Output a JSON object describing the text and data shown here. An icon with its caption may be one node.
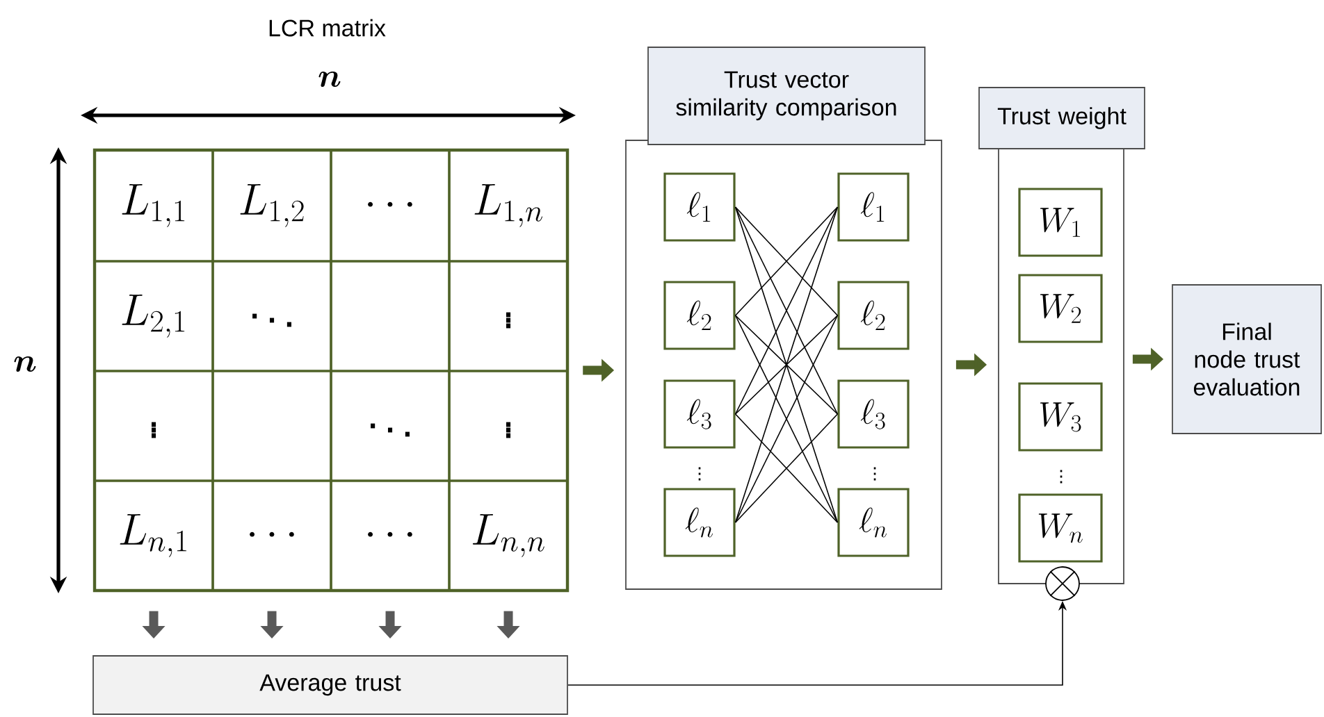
{
  "diagram": {
    "nodes": [
      {
        "text": [],
        "shape": "box"
      },
      {
        "text": [
          "L_{1,1}"
        ],
        "in": 0
      },
      {
        "text": [
          "L_{1,2}"
        ],
        "in": 0
      },
      {
        "text": [
          "\\cdots"
        ],
        "in": 0
      },
      {
        "text": [
          "L_{1,n}"
        ],
        "in": 0
      },
      {
        "text": [
          "L_{2,1}"
        ],
        "in": 0
      },
      {
        "text": [
          "\\ddots"
        ],
        "in": 0
      },
      {
        "text": [],
        "shape": "box",
        "in": 0
      },
      {
        "text": [
          "\\vdots"
        ],
        "in": 0
      },
      {
        "text": [
          "\\vdots"
        ],
        "in": 0
      },
      {
        "text": [],
        "shape": "box",
        "in": 0
      },
      {
        "text": [
          "\\ddots"
        ],
        "in": 0
      },
      {
        "text": [
          "\\vdots"
        ],
        "in": 0
      },
      {
        "text": [
          "L_{n,1}"
        ],
        "in": 0
      },
      {
        "text": [
          "\\cdots"
        ],
        "in": 0
      },
      {
        "text": [
          "\\cdots"
        ],
        "in": 0
      },
      {
        "text": [
          "L_{n,n}"
        ],
        "in": 0
      },
      {
        "text": [
          "Average trust"
        ]
      },
      {
        "text": [
          "Trust vector similarity comparison"
        ]
      },
      {
        "text": [
          "\\ell_1"
        ],
        "in": 18
      },
      {
        "text": [
          "\\ell_2"
        ],
        "in": 18
      },
      {
        "text": [
          "\\ell_3"
        ],
        "in": 18
      },
      {
        "text": [
          "\\ell_n"
        ],
        "in": 18
      },
      {
        "text": [
          "\\ell_1"
        ],
        "in": 18
      },
      {
        "text": [
          "\\ell_2"
        ],
        "in": 18
      },
      {
        "text": [
          "\\ell_3"
        ],
        "in": 18
      },
      {
        "text": [
          "\\ell_n"
        ],
        "in": 18
      },
      {
        "text": [
          "Trust weight"
        ]
      },
      {
        "text": [
          "W_1"
        ],
        "in": 27
      },
      {
        "text": [
          "W_2"
        ],
        "in": 27
      },
      {
        "text": [
          "W_3"
        ],
        "in": 27
      },
      {
        "text": [
          "W_n"
        ],
        "in": 27
      },
      {
        "text": [],
        "shape": "circle"
      },
      {
        "text": [
          "Final node trust evaluation"
        ]
      }
    ],
    "edges": [
      {
        "from": 0,
        "to": 18,
        "arrow": "to",
        "style": "thick",
        "color": "#4f6228"
      },
      {
        "from": 18,
        "to": 27,
        "arrow": "to",
        "style": "thick",
        "color": "#4f6228"
      },
      {
        "from": 27,
        "to": 33,
        "arrow": "to",
        "style": "thick",
        "color": "#4f6228"
      },
      {
        "from": 13,
        "to": 17,
        "arrow": "to",
        "style": "thick",
        "color": "#595959"
      },
      {
        "from": 14,
        "to": 17,
        "arrow": "to",
        "style": "thick",
        "color": "#595959"
      },
      {
        "from": 15,
        "to": 17,
        "arrow": "to",
        "style": "thick",
        "color": "#595959"
      },
      {
        "from": 16,
        "to": 17,
        "arrow": "to",
        "style": "thick",
        "color": "#595959"
      },
      {
        "from": 17,
        "to": 32,
        "arrow": "to"
      },
      {
        "from": 19,
        "to": 24,
        "arrow": "none"
      },
      {
        "from": 19,
        "to": 25,
        "arrow": "none"
      },
      {
        "from": 19,
        "to": 26,
        "arrow": "none"
      },
      {
        "from": 20,
        "to": 23,
        "arrow": "none"
      },
      {
        "from": 20,
        "to": 25,
        "arrow": "none"
      },
      {
        "from": 20,
        "to": 26,
        "arrow": "none"
      },
      {
        "from": 21,
        "to": 23,
        "arrow": "none"
      },
      {
        "from": 21,
        "to": 24,
        "arrow": "none"
      },
      {
        "from": 21,
        "to": 26,
        "arrow": "none"
      },
      {
        "from": 22,
        "to": 23,
        "arrow": "none"
      },
      {
        "from": 22,
        "to": 24,
        "arrow": "none"
      },
      {
        "from": 22,
        "to": 25,
        "arrow": "none"
      }
    ],
    "labels": [
      "LCR matrix",
      "n",
      "n",
      "\\vdots",
      "\\vdots",
      "\\vdots"
    ]
  }
}
